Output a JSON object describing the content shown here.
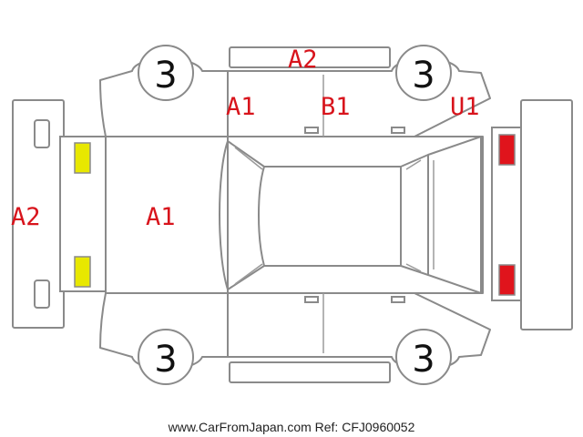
{
  "diagram": {
    "damage_codes": {
      "front_bumper": "A2",
      "hood": "A1",
      "left_front_door": "A1",
      "left_rear_door": "B1",
      "roof_left_edge": "A2",
      "rear_quarter_left": "U1"
    },
    "tire_grades": {
      "front_left": "3",
      "rear_left": "3",
      "front_right": "3",
      "rear_right": "3"
    },
    "colors": {
      "damage_text": "#d8141c",
      "front_lamps": "#e8e800",
      "rear_lamps": "#e0141c",
      "outline": "#8a8a8a"
    },
    "watermark": "www.CarFromJapan.com Ref: CFJ0960052"
  }
}
